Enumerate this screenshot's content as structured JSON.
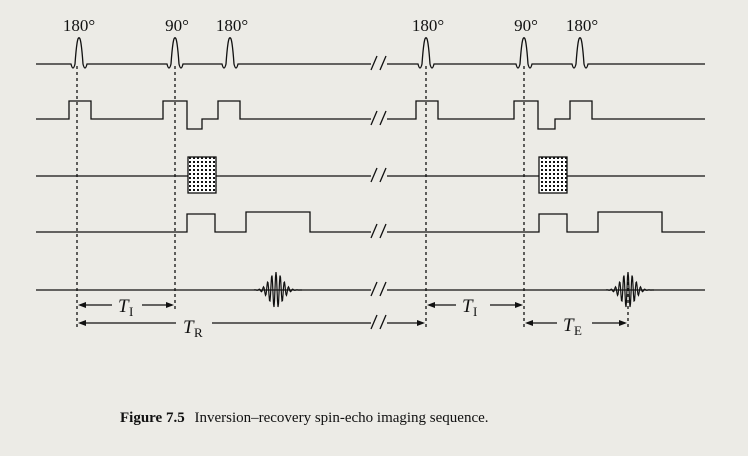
{
  "labels": {
    "pulse_180_a": "180°",
    "pulse_90_a": "90°",
    "pulse_180_b": "180°",
    "pulse_180_c": "180°",
    "pulse_90_b": "90°",
    "pulse_180_d": "180°",
    "ti_symbol_1": "T",
    "ti_sub_1": "I",
    "tr_symbol": "T",
    "tr_sub": "R",
    "ti_symbol_2": "T",
    "ti_sub_2": "I",
    "te_symbol": "T",
    "te_sub": "E"
  },
  "caption": {
    "number": "Figure 7.5",
    "text": "Inversion–recovery spin-echo imaging sequence."
  },
  "colors": {
    "background": "#ecebe6",
    "ink": "#111111"
  }
}
